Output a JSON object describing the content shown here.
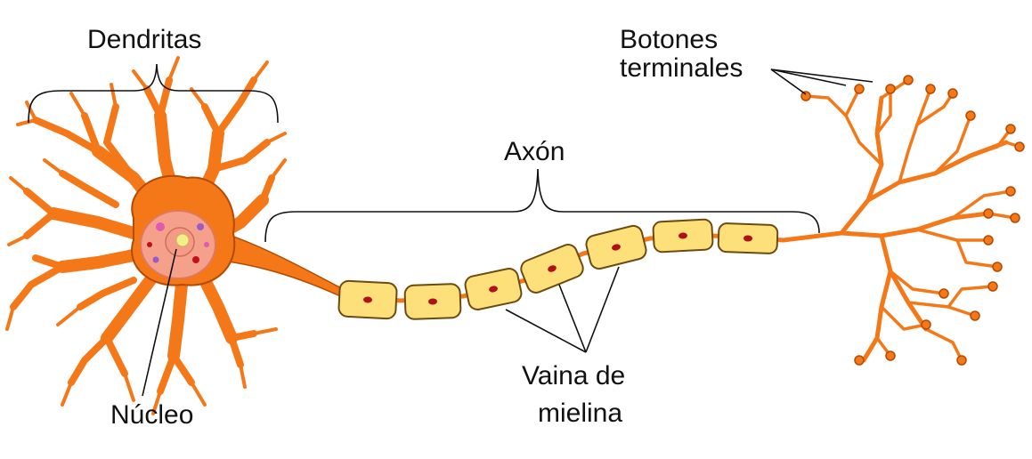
{
  "labels": {
    "dendrites": "Dendritas",
    "nucleus": "Núcleo",
    "axon": "Axón",
    "terminals_line1": "Botones",
    "terminals_line2": "terminales",
    "myelin_line1": "Vaina de",
    "myelin_line2": "mielina"
  },
  "colors": {
    "neuron": "#f57818",
    "neuron_outline": "#b34a00",
    "myelin_fill": "#fde07a",
    "myelin_outline": "#6e4a10",
    "myelin_dot": "#b0101a",
    "nucleus_fill": "#f4a08a",
    "nucleolus": "#f3ee8a",
    "ink": "#111111"
  }
}
